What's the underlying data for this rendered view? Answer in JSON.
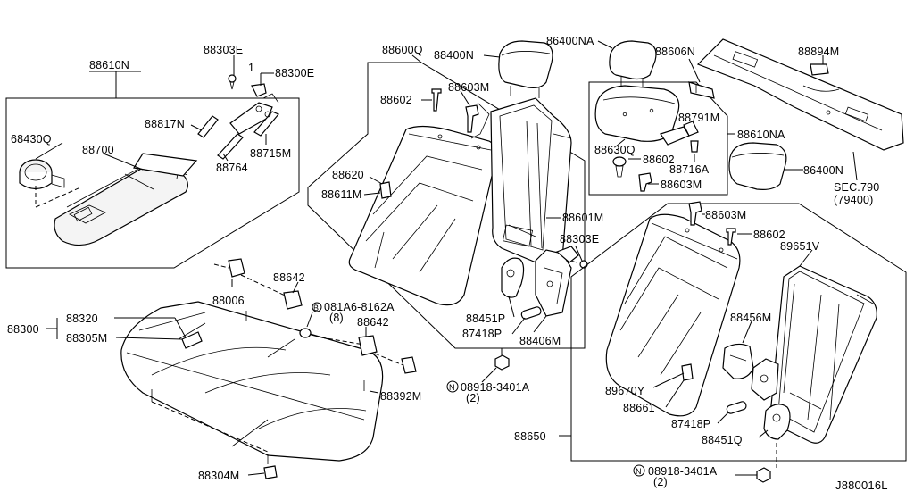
{
  "diagram_id": "J880016L",
  "callouts": {
    "c88610N": "88610N",
    "c88303E_a": "88303E",
    "c88300E": "88300E",
    "c1": "1",
    "c68430Q": "68430Q",
    "c88700": "88700",
    "c88817N": "88817N",
    "c88715M": "88715M",
    "c88764": "88764",
    "c88600Q": "88600Q",
    "c88400N_a": "88400N",
    "c88602_a": "88602",
    "c88603M_a": "88603M",
    "c88620": "88620",
    "c88611M": "88611M",
    "c88601M": "88601M",
    "c88303E_b": "88303E",
    "c88451P": "88451P",
    "c87418P_a": "87418P",
    "c88406M": "88406M",
    "c86400NA": "86400NA",
    "c88606N": "88606N",
    "c88894M": "88894M",
    "c88791M": "88791M",
    "c88610NA": "88610NA",
    "c88630Q": "88630Q",
    "c88602_b": "88602",
    "c88716A": "88716A",
    "c88603M_b": "88603M",
    "c86400N_b": "86400N",
    "sec790": "SEC.790",
    "sec79400": "(79400)",
    "c88642_a": "88642",
    "c88006": "88006",
    "c081A6": "081A6-8162A",
    "c081A6_qty": "(8)",
    "c88642_b": "88642",
    "c88300": "88300",
    "c88320": "88320",
    "c88305M": "88305M",
    "c88392M": "88392M",
    "c08918_a": "08918-3401A",
    "c08918_a_qty": "(2)",
    "c88304M": "88304M",
    "c88603M_c": "88603M",
    "c88602_c": "88602",
    "c89651V": "89651V",
    "c88456M": "88456M",
    "c89670Y": "89670Y",
    "c88661": "88661",
    "c87418P_b": "87418P",
    "c88451Q": "88451Q",
    "c88650": "88650",
    "c08918_b": "08918-3401A",
    "c08918_b_qty": "(2)",
    "B": "B",
    "N": "N"
  }
}
